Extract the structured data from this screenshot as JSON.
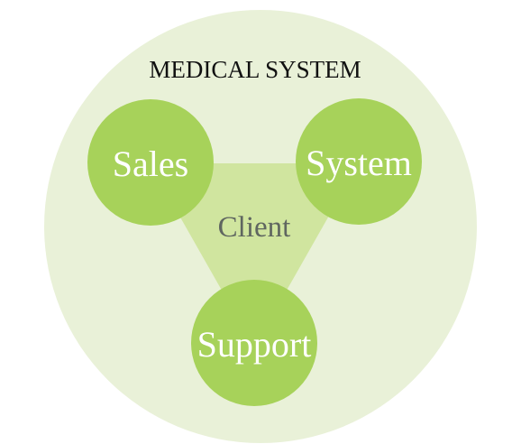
{
  "diagram": {
    "title": "MEDICAL SYSTEM",
    "center": "Client",
    "nodes": [
      {
        "id": "sales",
        "label": "Sales"
      },
      {
        "id": "system",
        "label": "System"
      },
      {
        "id": "support",
        "label": "Support"
      }
    ],
    "colors": {
      "outer": "#e9f1d8",
      "triangle": "#d0e59f",
      "node": "#a7d25a",
      "title_text": "#111111",
      "center_text": "#5f6660",
      "node_text": "#ffffff"
    }
  }
}
